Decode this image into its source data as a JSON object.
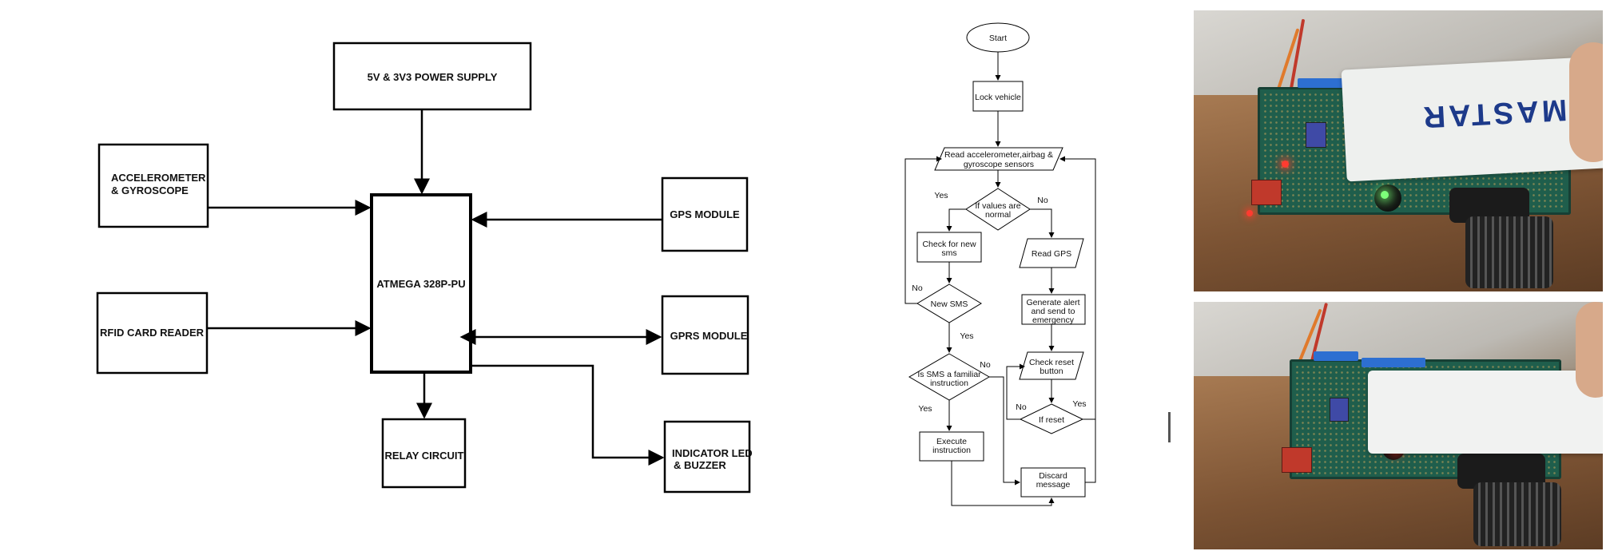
{
  "block_diagram": {
    "power_supply": "5V & 3V3 POWER SUPPLY",
    "accel_line1": "ACCELEROMETER",
    "accel_line2": "& GYROSCOPE",
    "rfid": "RFID CARD READER",
    "mcu": "ATMEGA 328P-PU",
    "gps": "GPS MODULE",
    "gprs": "GPRS MODULE",
    "relay": "RELAY CIRCUIT",
    "indicator_line1": "INDICATOR LED",
    "indicator_line2": "& BUZZER"
  },
  "flowchart": {
    "start": "Start",
    "lock": "Lock vehicle",
    "read_l1": "Read accelerometer,airbag &",
    "read_l2": "gyroscope sensors",
    "yes": "Yes",
    "no": "No",
    "values_l1": "If values are",
    "values_l2": "normal",
    "check_sms_l1": "Check for new",
    "check_sms_l2": "sms",
    "read_gps": "Read GPS",
    "new_sms": "New SMS",
    "alert_l1": "Generate alert",
    "alert_l2": "and send to",
    "alert_l3": "emergency",
    "familiar_l1": "Is SMS a familiar",
    "familiar_l2": "instruction",
    "reset_btn_l1": "Check reset",
    "reset_btn_l2": "button",
    "if_reset": "If reset",
    "execute_l1": "Execute",
    "execute_l2": "instruction",
    "discard_l1": "Discard",
    "discard_l2": "message"
  },
  "photos": {
    "card_label": "MASTAR"
  }
}
